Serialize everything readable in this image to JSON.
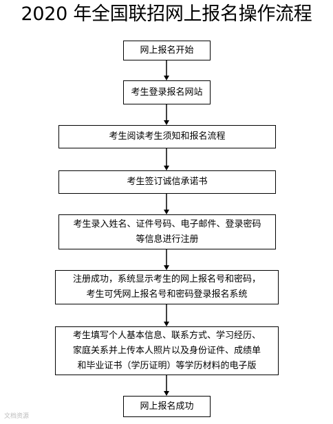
{
  "title": "2020 年全国联招网上报名操作流程",
  "steps": [
    "网上报名开始",
    "考生登录报名网站",
    "考生阅读考生须知和报名流程",
    "考生签订诚信承诺书",
    "考生录入姓名、证件号码、电子邮件、登录密码\n等信息进行注册",
    "注册成功，系统显示考生的网上报名号和密码，\n考生可凭网上报名号和密码登录报名系统",
    "考生填写个人基本信息、联系方式、学习经历、\n家庭关系并上传本人照片以及身份证件、成绩单\n和毕业证书（学历证明）等学历材料的电子版",
    "网上报名成功"
  ],
  "watermark": "文档资源"
}
